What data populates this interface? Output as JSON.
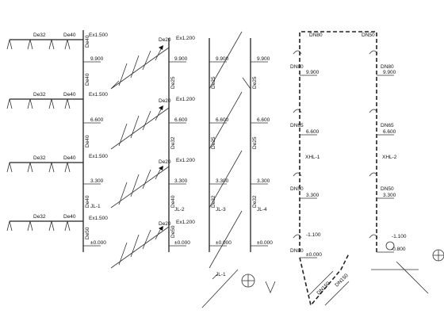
{
  "risers_left": {
    "pipe_labels": [
      "De32",
      "De40",
      "De40",
      "De32",
      "De40",
      "De40",
      "De32",
      "De40",
      "De40",
      "De32",
      "De40",
      "De40"
    ],
    "elevations": [
      "Ex1.500",
      "9.900",
      "6.600",
      "Ex1.500",
      "3.300",
      "±0.000"
    ],
    "vertical_labels": [
      "De40",
      "De40",
      "De40",
      "De40",
      "De50"
    ],
    "riser_id": "JL-1"
  },
  "risers_middle": {
    "top_labels": [
      "De20",
      "De20",
      "De20",
      "De20"
    ],
    "elevations": [
      "9.900",
      "6.600",
      "3.300",
      "±0.000"
    ],
    "elev_marks": [
      "Ex1.200",
      "Ex1.200",
      "Ex1.200",
      "Ex1.200"
    ],
    "vertical_labels": [
      "De25",
      "De32",
      "De40",
      "De50"
    ],
    "riser_ids": [
      "JL-2",
      "JL-3",
      "JL-4"
    ],
    "section_label": "JL-1"
  },
  "fire_system": {
    "top_labels": [
      "DN80",
      "DN50"
    ],
    "vertical_labels": [
      "DN80",
      "DN65",
      "DN50",
      "DN80",
      "DN80",
      "DN65",
      "DN50"
    ],
    "elevations": [
      "9.900",
      "6.600",
      "3.300",
      "±0.000",
      "9.900",
      "6.600",
      "3.300",
      "-0.800"
    ],
    "riser_ids": [
      "XHL-1",
      "XHL-2"
    ],
    "floor_marks": [
      "-1.100",
      "-1.100"
    ],
    "bottom_labels": [
      "DN150",
      "DN150"
    ]
  }
}
